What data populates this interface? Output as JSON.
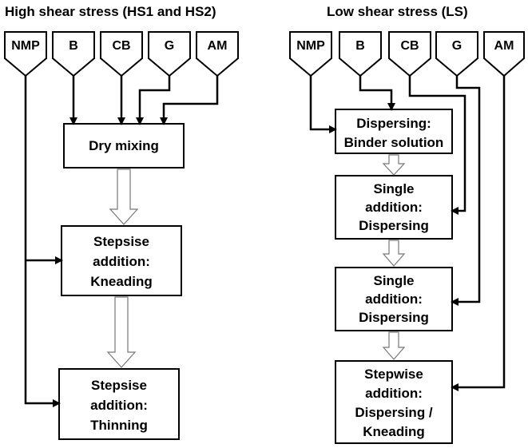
{
  "left": {
    "title": "High shear stress (HS1 and HS2)",
    "inputs": [
      "NMP",
      "B",
      "CB",
      "G",
      "AM"
    ],
    "steps": [
      [
        "Dry mixing"
      ],
      [
        "Stepsise",
        "addition:",
        "Kneading"
      ],
      [
        "Stepsise",
        "addition:",
        "Thinning"
      ]
    ]
  },
  "right": {
    "title": "Low shear stress (LS)",
    "inputs": [
      "NMP",
      "B",
      "CB",
      "G",
      "AM"
    ],
    "steps": [
      [
        "Dispersing:",
        "Binder solution"
      ],
      [
        "Single",
        "addition:",
        "Dispersing"
      ],
      [
        "Single",
        "addition:",
        "Dispersing"
      ],
      [
        "Stepwise",
        "addition:",
        "Dispersing /",
        "Kneading"
      ]
    ]
  }
}
